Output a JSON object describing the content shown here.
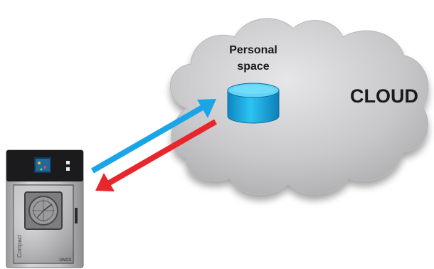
{
  "cloud": {
    "label": "CLOUD",
    "storage_label_line1": "Personal",
    "storage_label_line2": "space",
    "fill": "#c4c4c6",
    "storage_color": "#16b3e8"
  },
  "device": {
    "logo_text": "UNOX",
    "side_text": "Compact",
    "screen_color": "#1a1a1a"
  },
  "arrows": {
    "upload_color": "#1aa6e6",
    "download_color": "#e8262c"
  }
}
